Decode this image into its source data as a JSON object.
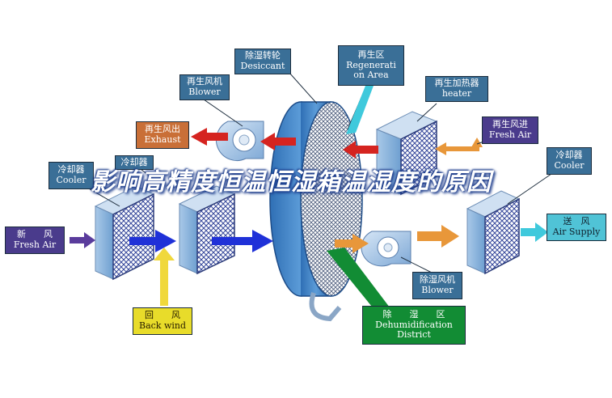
{
  "labels": {
    "desiccant": {
      "cn": "除湿转轮",
      "en": "Desiccant"
    },
    "regeneration": {
      "cn": "再生区",
      "en1": "Regenerati",
      "en2": "on Area"
    },
    "regen_blower": {
      "cn": "再生风机",
      "en": "Blower"
    },
    "regen_heater": {
      "cn": "再生加热器",
      "en": "heater"
    },
    "regen_exhaust": {
      "cn": "再生风出",
      "en": "Exhaust"
    },
    "regen_fresh_air": {
      "cn": "再生风进",
      "en": "Fresh Air"
    },
    "cooler_left": {
      "cn": "冷却器",
      "en": "Cooler"
    },
    "cooler_mid": {
      "cn": "冷却器"
    },
    "cooler_right": {
      "cn": "冷却器",
      "en": "Cooler"
    },
    "fresh_air": {
      "cn": "新　　风",
      "en": "Fresh Air"
    },
    "supply_air": {
      "cn": "送　风",
      "en": "Air Supply"
    },
    "back_wind": {
      "cn": "回　　风",
      "en": "Back wind"
    },
    "dehum_blower": {
      "cn": "除湿风机",
      "en": "Blower"
    },
    "dehum_district": {
      "cn": "除　　湿　　区",
      "en1": "Dehumidification",
      "en2": "District"
    }
  },
  "title": "影响高精度恒温恒湿箱温湿度的原因",
  "colors": {
    "label_blue": "#3a6f97",
    "label_orange": "#c96f37",
    "label_purple": "#4a3b8c",
    "label_cyan": "#50c3d6",
    "label_yellow": "#e8dc2a",
    "label_green": "#128c34",
    "arrow_blue": "#1f31d8",
    "arrow_orange": "#e8973a",
    "arrow_red": "#d52420",
    "arrow_yellow": "#f0d83c",
    "arrow_cyan": "#3fc9dc",
    "arrow_purple": "#5a3c9c"
  }
}
